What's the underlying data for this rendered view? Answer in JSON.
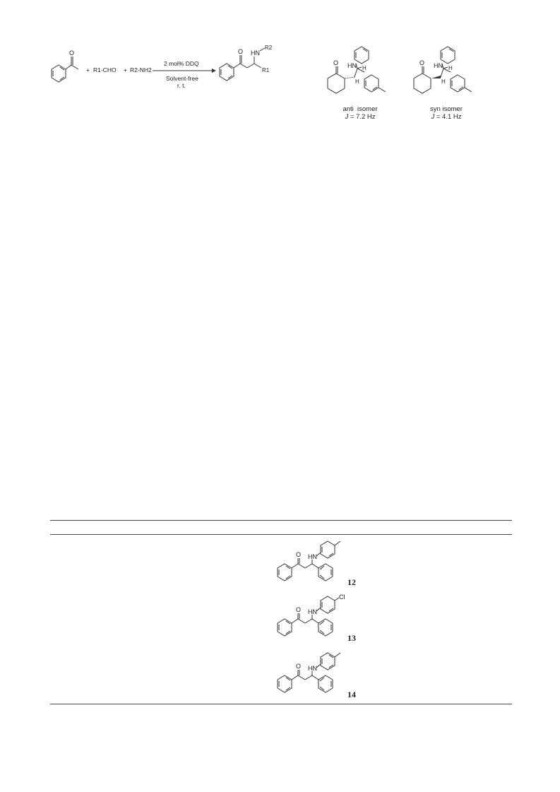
{
  "scheme": {
    "plus1": "+",
    "aldehyde": "R1-CHO",
    "plus2": "+",
    "amine": "R2-NH2",
    "catalyst": "2 mol% DDQ",
    "solvent": "Solvent-free",
    "temperature": "r. t.",
    "atom_o": "O",
    "atom_hn": "HN",
    "atom_r1": "R1",
    "atom_r2": "R2"
  },
  "isomers": [
    {
      "name": "anti  isomer",
      "j_symbol": "J",
      "coupling": " = 7.2 Hz",
      "atom_o": "O",
      "atom_hn": "HN",
      "atom_h1": "H",
      "atom_h2": "H"
    },
    {
      "name": "syn isomer",
      "j_symbol": "J",
      "coupling": " = 4.1 Hz",
      "atom_o": "O",
      "atom_hn": "HN",
      "atom_h1": "H",
      "atom_h2": "H"
    }
  ],
  "table": {
    "compounds": [
      {
        "number": "12",
        "atom_o": "O",
        "atom_hn": "HN",
        "substituent": ""
      },
      {
        "number": "13",
        "atom_o": "O",
        "atom_hn": "HN",
        "substituent": "Cl"
      },
      {
        "number": "14",
        "atom_o": "O",
        "atom_hn": "HN",
        "substituent": ""
      }
    ]
  }
}
